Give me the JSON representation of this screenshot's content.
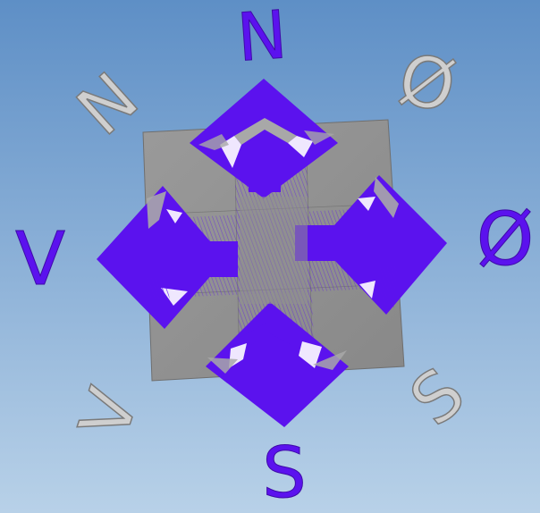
{
  "colors": {
    "background_top": "#5e8fc6",
    "background_bottom": "#b8d1e8",
    "primary_purple": "#5b12ee",
    "primary_purple_dark": "#4a0bcc",
    "plate_grey": "#8f8f8f",
    "plate_grey_light": "#a3a3a3",
    "secondary_letter": "#c9c9c9",
    "secondary_letter_edge": "#7a7a7a"
  },
  "icons": {
    "north": "arrow-up-icon",
    "south": "arrow-down-icon",
    "east": "arrow-right-icon",
    "west": "arrow-left-icon"
  },
  "labels": {
    "north_primary": "N",
    "south_primary": "S",
    "east_primary": "Ø",
    "west_primary": "V",
    "northwest_secondary": "N",
    "northeast_secondary": "Ø",
    "southeast_secondary": "S",
    "southwest_secondary": "V"
  }
}
